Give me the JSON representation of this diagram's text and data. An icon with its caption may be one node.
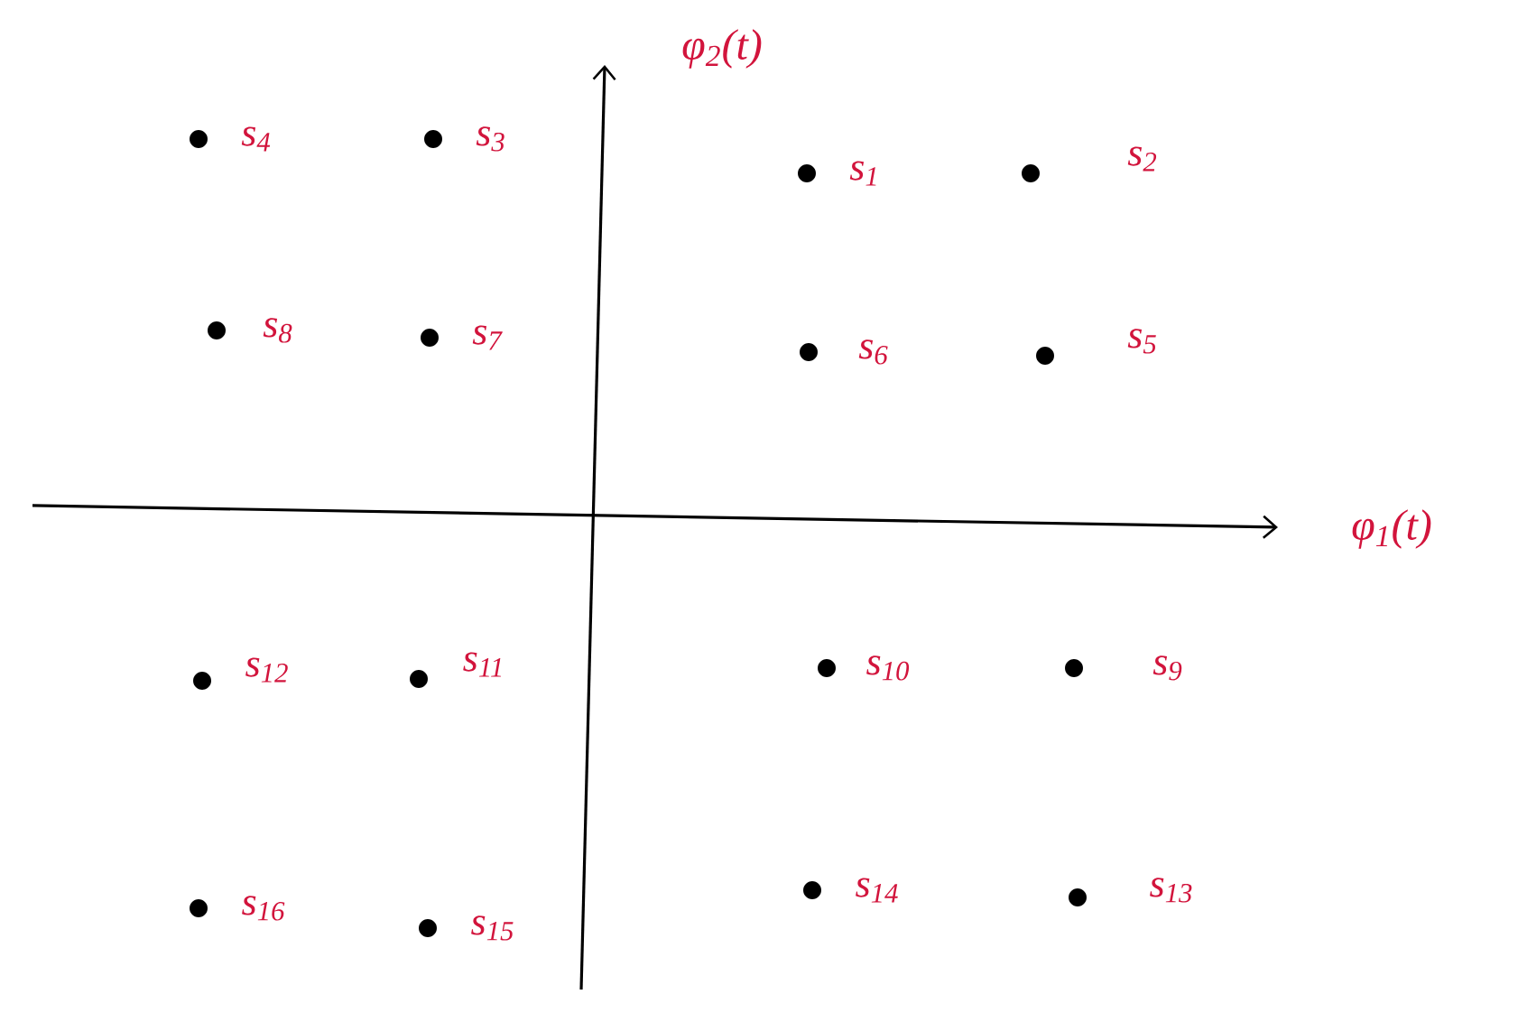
{
  "diagram": {
    "nodes": [
      {
        "text": [],
        "shape": "circle",
        "beside": [
          "s$_{4}$"
        ]
      },
      {
        "text": [],
        "shape": "circle",
        "beside": [
          "s$_{3}$"
        ]
      },
      {
        "text": [],
        "shape": "circle",
        "beside": [
          "s$_{1}$"
        ]
      },
      {
        "text": [],
        "shape": "circle",
        "beside": [
          "s$_{2}$"
        ]
      },
      {
        "text": [],
        "shape": "circle",
        "beside": [
          "s$_{8}$"
        ]
      },
      {
        "text": [],
        "shape": "circle",
        "beside": [
          "s$_{7}$"
        ]
      },
      {
        "text": [],
        "shape": "circle",
        "beside": [
          "s$_{6}$"
        ]
      },
      {
        "text": [],
        "shape": "circle",
        "beside": [
          "s$_{5}$"
        ]
      },
      {
        "text": [],
        "shape": "circle",
        "beside": [
          "s$_{12}$"
        ]
      },
      {
        "text": [],
        "shape": "circle",
        "beside": [
          "s$_{11}$"
        ]
      },
      {
        "text": [],
        "shape": "circle",
        "beside": [
          "s$_{10}$"
        ]
      },
      {
        "text": [],
        "shape": "circle",
        "beside": [
          "s$_{9}$"
        ]
      },
      {
        "text": [],
        "shape": "circle",
        "beside": [
          "s$_{16}$"
        ]
      },
      {
        "text": [],
        "shape": "circle",
        "beside": [
          "s$_{15}$"
        ]
      },
      {
        "text": [],
        "shape": "circle",
        "beside": [
          "s$_{14}$"
        ]
      },
      {
        "text": [],
        "shape": "circle",
        "beside": [
          "s$_{13}$"
        ]
      }
    ],
    "labels": [
      "φ$_{2}$(t)",
      "φ$_{1}$(t)"
    ]
  }
}
